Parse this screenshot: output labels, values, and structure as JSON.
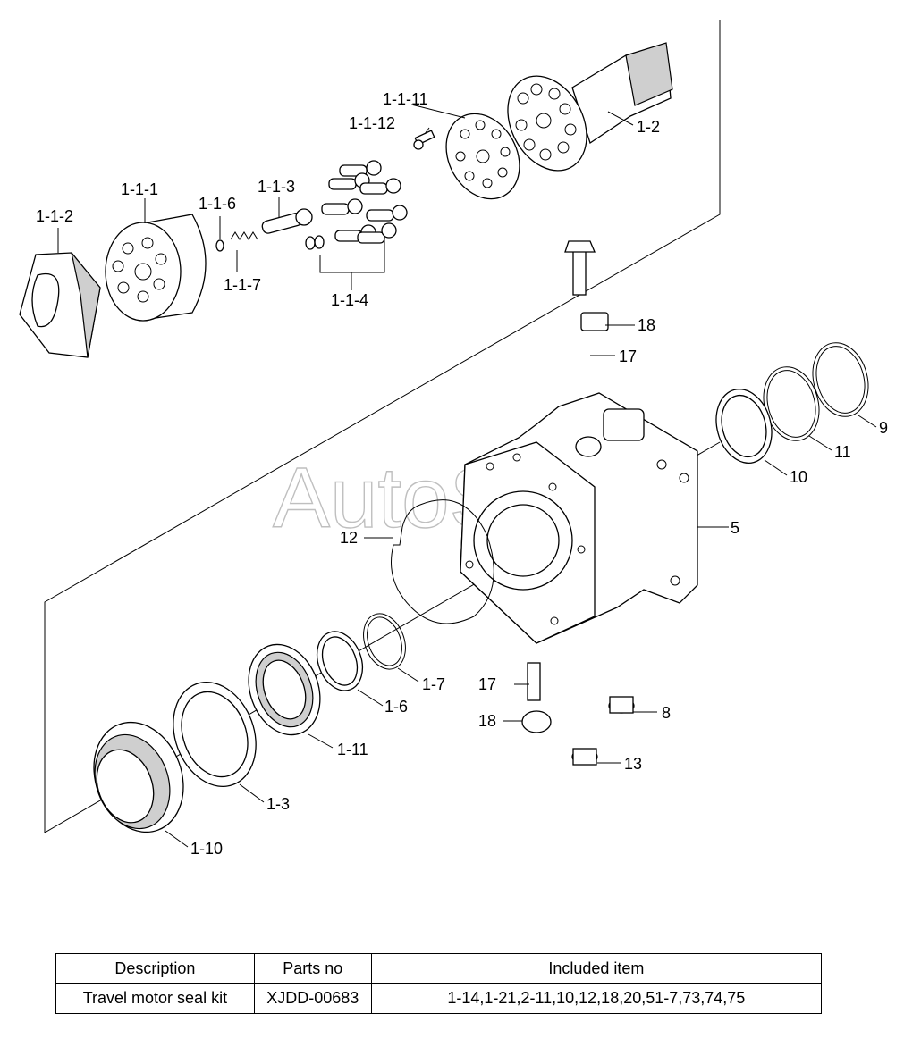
{
  "watermark": "AutoSoft",
  "callouts": {
    "c1_1_11": "1-1-11",
    "c1_1_12": "1-1-12",
    "c1_2": "1-2",
    "c1_1_1": "1-1-1",
    "c1_1_3": "1-1-3",
    "c1_1_6": "1-1-6",
    "c1_1_2": "1-1-2",
    "c1_1_7": "1-1-7",
    "c1_1_4": "1-1-4",
    "c18_top": "18",
    "c17_top": "17",
    "c9": "9",
    "c11": "11",
    "c10": "10",
    "c5": "5",
    "c12": "12",
    "c1_7": "1-7",
    "c17_bot": "17",
    "c1_6": "1-6",
    "c18_bot": "18",
    "c8": "8",
    "c1_11": "1-11",
    "c13": "13",
    "c1_3": "1-3",
    "c1_10": "1-10"
  },
  "table": {
    "headers": [
      "Description",
      "Parts no",
      "Included item"
    ],
    "rows": [
      [
        "Travel motor seal kit",
        "XJDD-00683",
        "1-14,1-21,2-11,10,12,18,20,51-7,73,74,75"
      ]
    ]
  }
}
